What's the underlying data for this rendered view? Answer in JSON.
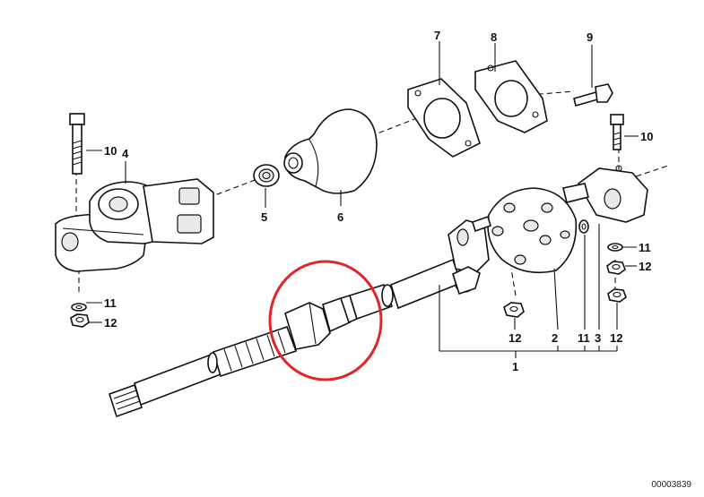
{
  "callouts": {
    "c1": "1",
    "c2": "2",
    "c3": "3",
    "c4": "4",
    "c5": "5",
    "c6": "6",
    "c7": "7",
    "c8": "8",
    "c9": "9",
    "c10a": "10",
    "c10b": "10",
    "c11a": "11",
    "c11b": "11",
    "c11c": "11",
    "c12a": "12",
    "c12b": "12",
    "c12c": "12",
    "c12d": "12"
  },
  "diagram_number": "00003839",
  "colors": {
    "highlight_circle": "#e0262b",
    "line": "#111111",
    "background": "#ffffff"
  }
}
